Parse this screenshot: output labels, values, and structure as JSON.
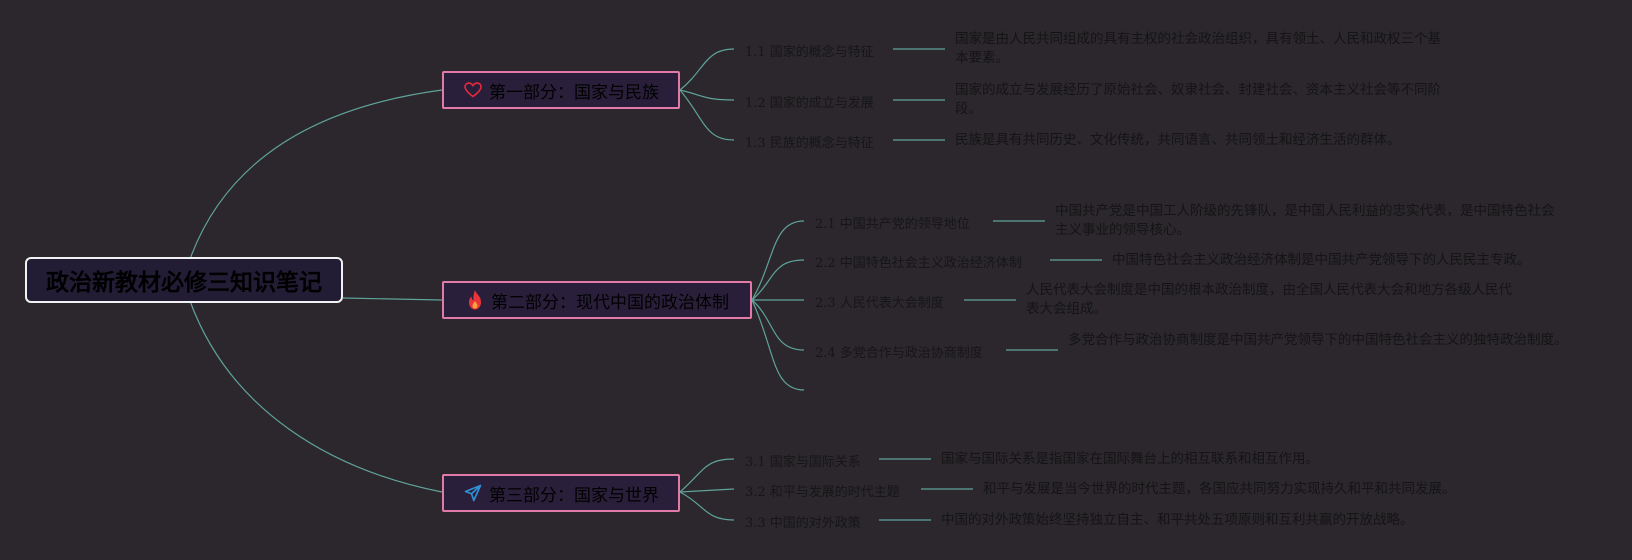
{
  "root": {
    "title": "政治新教材必修三知识笔记"
  },
  "branches": [
    {
      "icon": "heart-icon",
      "title": "第一部分：国家与民族",
      "items": [
        {
          "label": "1.1 国家的概念与特征",
          "desc": "国家是由人民共同组成的具有主权的社会政治组织，具有领土、人民和政权三个基本要素。"
        },
        {
          "label": "1.2 国家的成立与发展",
          "desc": "国家的成立与发展经历了原始社会、奴隶社会、封建社会、资本主义社会等不同阶段。"
        },
        {
          "label": "1.3 民族的概念与特征",
          "desc": "民族是具有共同历史、文化传统，共同语言、共同领土和经济生活的群体。"
        }
      ]
    },
    {
      "icon": "fire-icon",
      "title": "第二部分：现代中国的政治体制",
      "items": [
        {
          "label": "2.1 中国共产党的领导地位",
          "desc": "中国共产党是中国工人阶级的先锋队，是中国人民利益的忠实代表，是中国特色社会主义事业的领导核心。"
        },
        {
          "label": "2.2 中国特色社会主义政治经济体制",
          "desc": "中国特色社会主义政治经济体制是中国共产党领导下的人民民主专政。"
        },
        {
          "label": "2.3 人民代表大会制度",
          "desc": "人民代表大会制度是中国的根本政治制度，由全国人民代表大会和地方各级人民代表大会组成。"
        },
        {
          "label": "2.4 多党合作与政治协商制度",
          "desc": "多党合作与政治协商制度是中国共产党领导下的中国特色社会主义的独特政治制度。"
        }
      ]
    },
    {
      "icon": "paper-plane-icon",
      "title": "第三部分：国家与世界",
      "items": [
        {
          "label": "3.1 国家与国际关系",
          "desc": "国家与国际关系是指国家在国际舞台上的相互联系和相互作用。"
        },
        {
          "label": "3.2 和平与发展的时代主题",
          "desc": "和平与发展是当今世界的时代主题，各国应共同努力实现持久和平和共同发展。"
        },
        {
          "label": "3.3 中国的对外政策",
          "desc": "中国的对外政策始终坚持独立自主、和平共处五项原则和互利共赢的开放战略。"
        }
      ]
    }
  ],
  "colors": {
    "background": "#2b272d",
    "link": "#5fa39b",
    "branch_border": "#e07aa8",
    "root_border": "#f2f2f2"
  }
}
